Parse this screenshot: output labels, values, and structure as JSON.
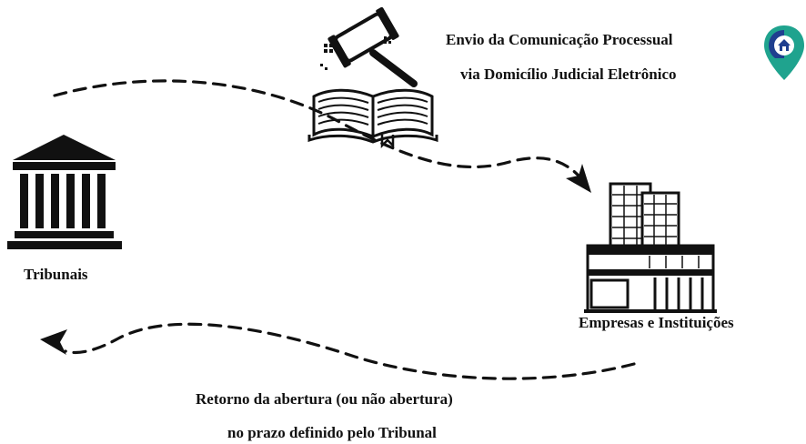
{
  "labels": {
    "envio_line1": "Envio da Comunicação Processual",
    "envio_line2": "via Domicílio Judicial Eletrônico",
    "tribunais": "Tribunais",
    "empresas": "Empresas e Instituições",
    "retorno_line1": "Retorno da abertura (ou não abertura)",
    "retorno_line2": "no prazo definido pelo Tribunal"
  },
  "icons": {
    "court": "courthouse-icon",
    "gavel_book": "gavel-book-icon",
    "buildings": "office-buildings-icon",
    "location": "location-pin-icon"
  },
  "colors": {
    "line": "#111111",
    "pin_teal": "#1fa38e",
    "pin_blue": "#1f3f8f"
  }
}
